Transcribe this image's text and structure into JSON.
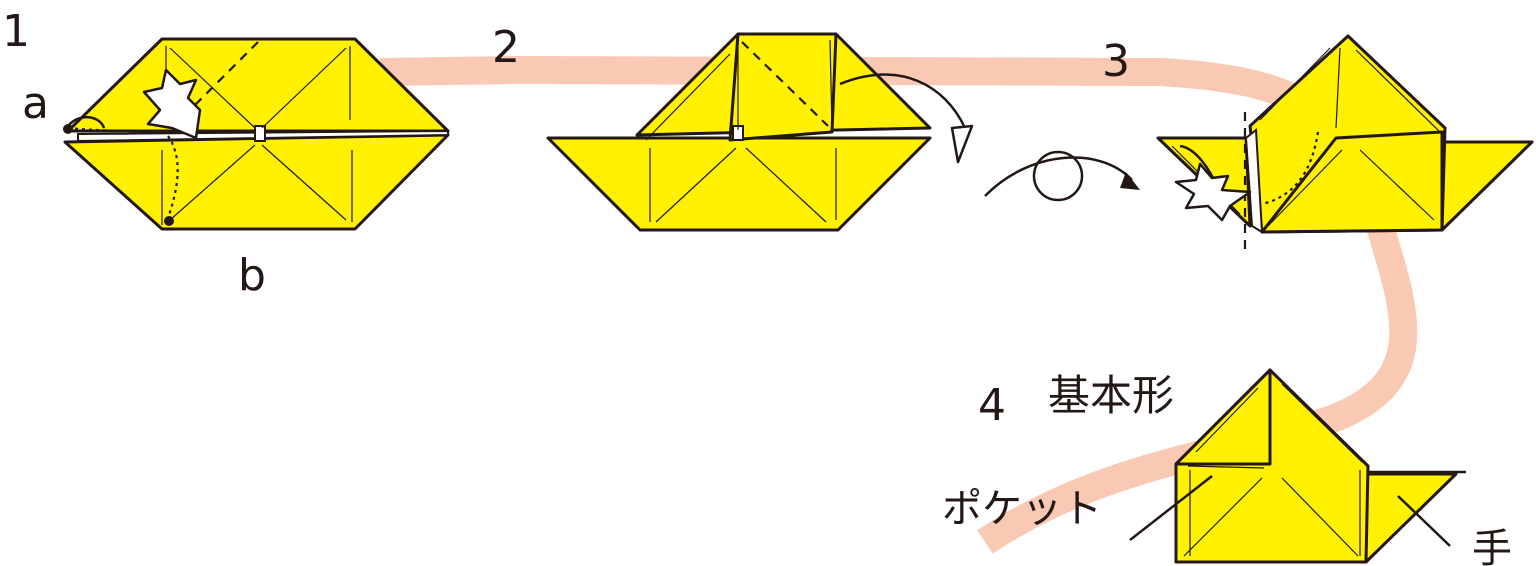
{
  "title": "",
  "colors": {
    "paper": "#fff100",
    "path": "#f9c9b4",
    "ink": "#231815"
  },
  "steps": [
    {
      "number": "1",
      "labels": {
        "a": "a",
        "b": "b"
      }
    },
    {
      "number": "2"
    },
    {
      "number": "3"
    },
    {
      "number": "4",
      "caption": "基本形",
      "labels": {
        "pocket": "ポケット",
        "hand": "手"
      }
    }
  ],
  "icons": [
    "fold-arrow-icon",
    "flip-over-icon",
    "push-arrow-icon"
  ]
}
